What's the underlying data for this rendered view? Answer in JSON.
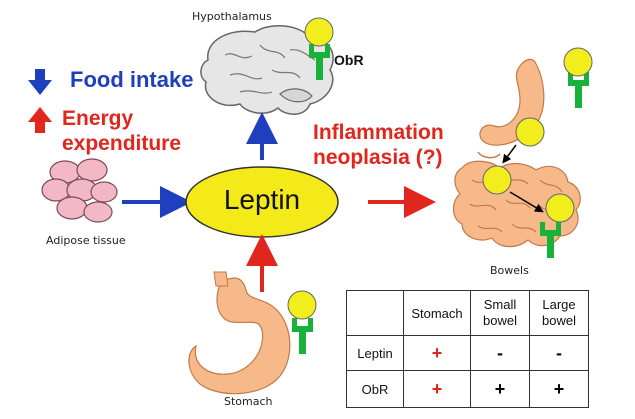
{
  "labels": {
    "hypothalamus": "Hypothalamus",
    "obr_receptor": "ObR",
    "food_intake": "Food intake",
    "energy_line1": "Energy",
    "energy_line2": "expenditure",
    "inflammation_line1": "Inflammation",
    "inflammation_line2": "neoplasia (?)",
    "leptin": "Leptin",
    "adipose": "Adipose tissue",
    "bowels": "Bowels",
    "stomach": "Stomach"
  },
  "table": {
    "headers": [
      "",
      "Stomach",
      "Small bowel",
      "Large bowel"
    ],
    "rows": [
      {
        "label": "Leptin",
        "cells": [
          "+",
          "-",
          "-"
        ]
      },
      {
        "label": "ObR",
        "cells": [
          "+",
          "+",
          "+"
        ]
      }
    ]
  },
  "colors": {
    "blue": "#1f3fbf",
    "red": "#e0261d",
    "leptin_fill": "#f4ea1a",
    "receptor_green": "#18b23a",
    "ligand_yellow": "#f2ee1e",
    "organ_orange": "#f7b98a",
    "adipose_pink": "#f2b8c6"
  }
}
